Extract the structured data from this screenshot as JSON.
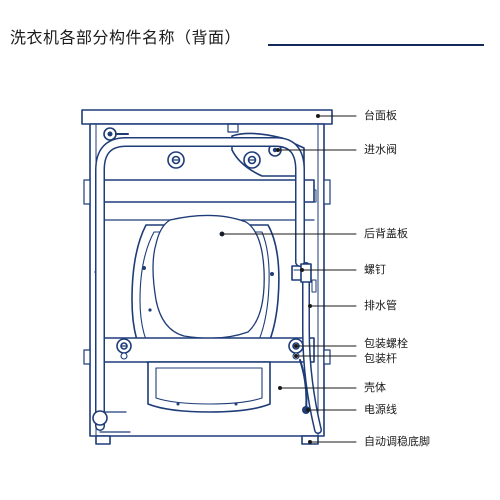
{
  "title": "洗衣机各部分构件名称（背面）",
  "colors": {
    "line": "#1e3c78",
    "text": "#1a1a1a",
    "accent": "#14285a"
  },
  "labels": {
    "countertop": "台面板",
    "inlet_valve": "进水阀",
    "rear_cover": "后背盖板",
    "screw": "螺钉",
    "drain_pipe": "排水管",
    "shipping_bolt": "包装螺栓",
    "shipping_rod": "包装杆",
    "housing": "壳体",
    "power_cord": "电源线",
    "leveling_foot": "自动调稳底脚"
  }
}
